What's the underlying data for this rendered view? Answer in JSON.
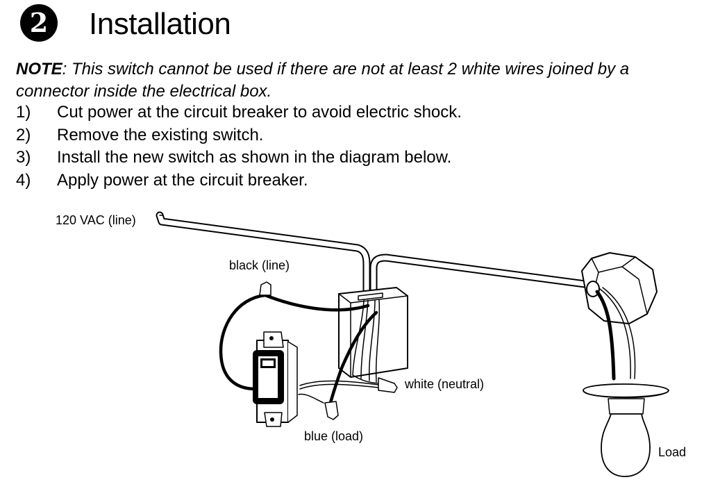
{
  "header": {
    "step_number": "2",
    "title": "Installation"
  },
  "note": {
    "label": "NOTE",
    "text": ": This switch cannot be used if there are not at least 2 white wires joined by a connector inside the electrical box."
  },
  "steps": [
    {
      "number": "1)",
      "text": "Cut power at the circuit breaker to avoid electric shock."
    },
    {
      "number": "2)",
      "text": "Remove the existing switch."
    },
    {
      "number": "3)",
      "text": "Install the new switch as shown in the diagram below."
    },
    {
      "number": "4)",
      "text": "Apply power at the circuit breaker."
    }
  ],
  "diagram": {
    "labels": {
      "line_cable": "120 VAC (line)",
      "black_wire": "black (line)",
      "white_wire": "white (neutral)",
      "blue_wire": "blue (load)",
      "load": "Load"
    }
  }
}
